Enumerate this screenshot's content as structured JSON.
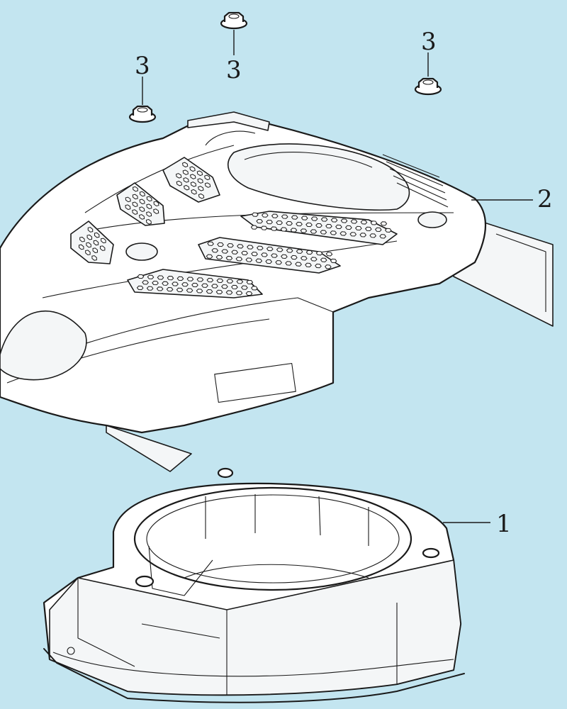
{
  "callouts": {
    "part1": "1",
    "part2": "2",
    "part3a": "3",
    "part3b": "3",
    "part3c": "3"
  },
  "colors": {
    "background": "#c3e5f0",
    "line": "#1a1a1a",
    "part_fill": "#ffffff"
  }
}
